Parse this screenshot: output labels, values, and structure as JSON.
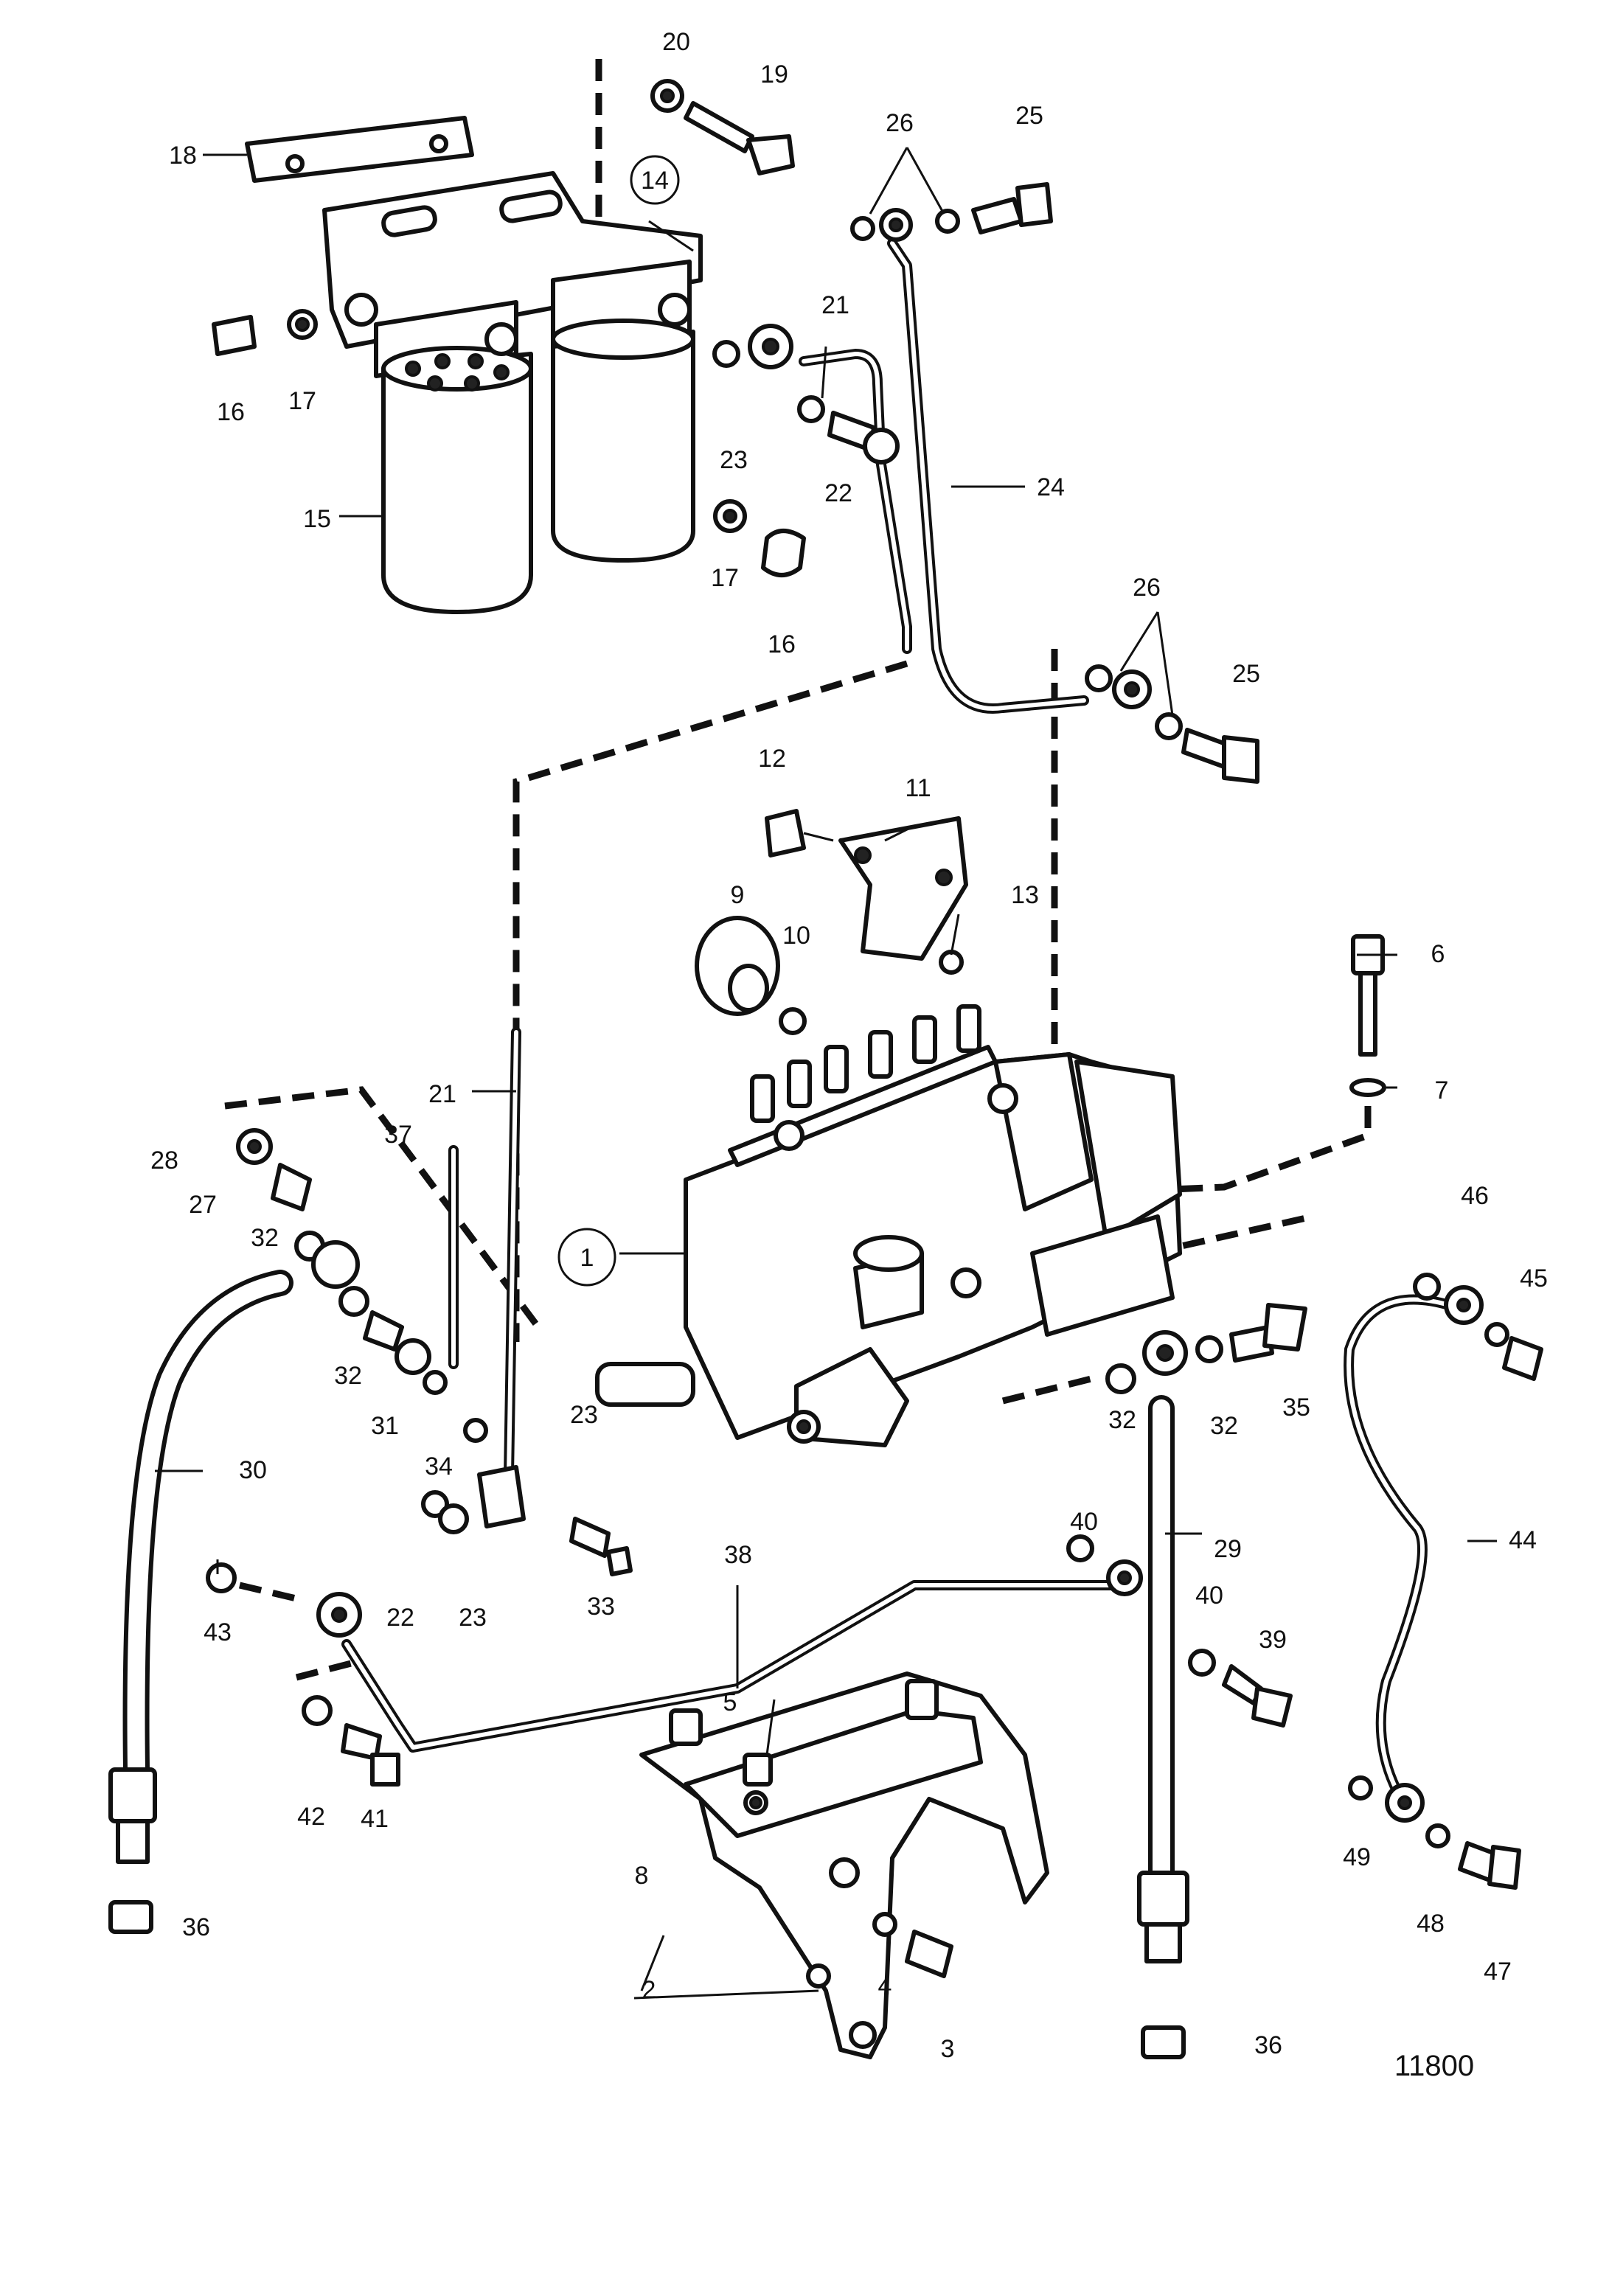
{
  "reference_number": "11800",
  "callouts": {
    "c1": "1",
    "c2": "2",
    "c3": "3",
    "c4": "4",
    "c5": "5",
    "c6": "6",
    "c7": "7",
    "c8": "8",
    "c9": "9",
    "c10": "10",
    "c11": "11",
    "c12": "12",
    "c13": "13",
    "c14": "14",
    "c15": "15",
    "c16a": "16",
    "c16b": "16",
    "c17a": "17",
    "c17b": "17",
    "c18": "18",
    "c19": "19",
    "c20": "20",
    "c21a": "21",
    "c21b": "21",
    "c22a": "22",
    "c22b": "22",
    "c23a": "23",
    "c23b": "23",
    "c23c": "23",
    "c24": "24",
    "c25a": "25",
    "c25b": "25",
    "c26a": "26",
    "c26b": "26",
    "c27": "27",
    "c28": "28",
    "c29": "29",
    "c30": "30",
    "c31": "31",
    "c32a": "32",
    "c32b": "32",
    "c32c": "32",
    "c32d": "32",
    "c33": "33",
    "c34": "34",
    "c35": "35",
    "c36a": "36",
    "c36b": "36",
    "c37": "37",
    "c38": "38",
    "c39": "39",
    "c40a": "40",
    "c40b": "40",
    "c41": "41",
    "c42": "42",
    "c43": "43",
    "c44": "44",
    "c45": "45",
    "c46": "46",
    "c47": "47",
    "c48": "48",
    "c49": "49"
  }
}
